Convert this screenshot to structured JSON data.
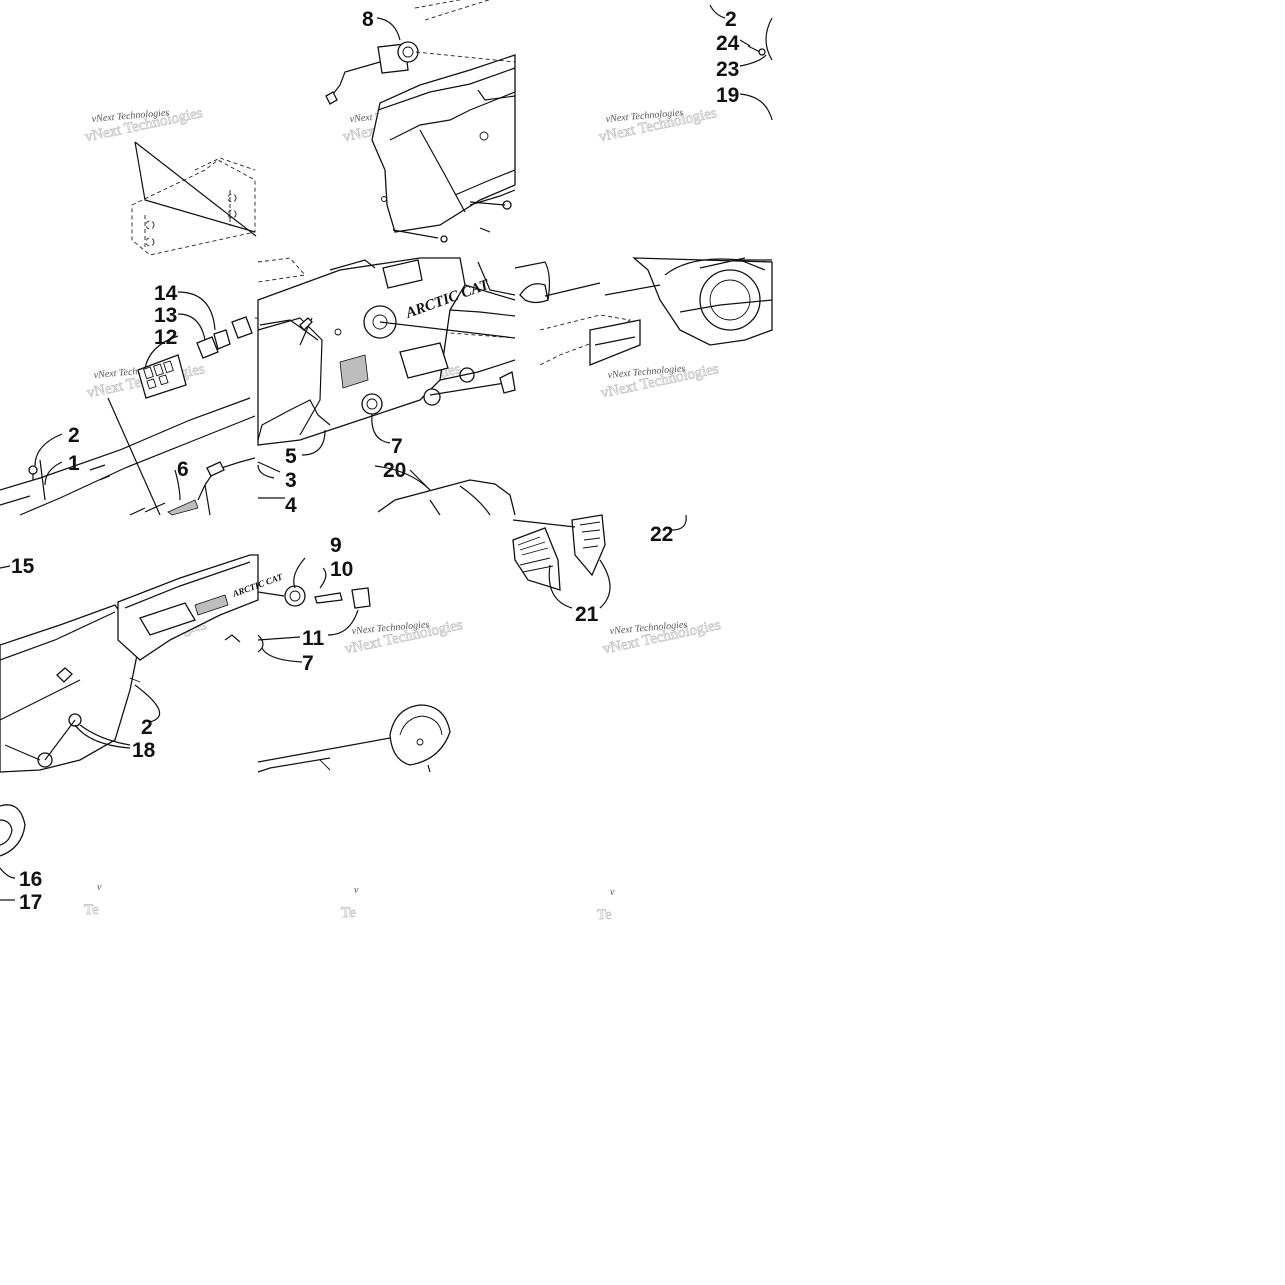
{
  "diagram": {
    "callouts": [
      {
        "id": "c8",
        "label": "8"
      },
      {
        "id": "c2a",
        "label": "2"
      },
      {
        "id": "c24",
        "label": "24"
      },
      {
        "id": "c23",
        "label": "23"
      },
      {
        "id": "c19",
        "label": "19"
      },
      {
        "id": "c14",
        "label": "14"
      },
      {
        "id": "c13",
        "label": "13"
      },
      {
        "id": "c12",
        "label": "12"
      },
      {
        "id": "c2b",
        "label": "2"
      },
      {
        "id": "c1",
        "label": "1"
      },
      {
        "id": "c6",
        "label": "6"
      },
      {
        "id": "c5",
        "label": "5"
      },
      {
        "id": "c7a",
        "label": "7"
      },
      {
        "id": "c3",
        "label": "3"
      },
      {
        "id": "c4",
        "label": "4"
      },
      {
        "id": "c20",
        "label": "20"
      },
      {
        "id": "c22",
        "label": "22"
      },
      {
        "id": "c15",
        "label": "15"
      },
      {
        "id": "c9",
        "label": "9"
      },
      {
        "id": "c10",
        "label": "10"
      },
      {
        "id": "c11",
        "label": "11"
      },
      {
        "id": "c7b",
        "label": "7"
      },
      {
        "id": "c21",
        "label": "21"
      },
      {
        "id": "c2c",
        "label": "2"
      },
      {
        "id": "c18",
        "label": "18"
      },
      {
        "id": "c16",
        "label": "16"
      },
      {
        "id": "c17",
        "label": "17"
      }
    ],
    "watermark": {
      "line1": "vNext Technologies",
      "line2": "vNext Technologies"
    },
    "watermark_partial": {
      "line1": "v",
      "line2": "Te"
    },
    "brand_text": {
      "main": "ARCTIC CAT",
      "small": "ARCTIC CAT"
    }
  }
}
